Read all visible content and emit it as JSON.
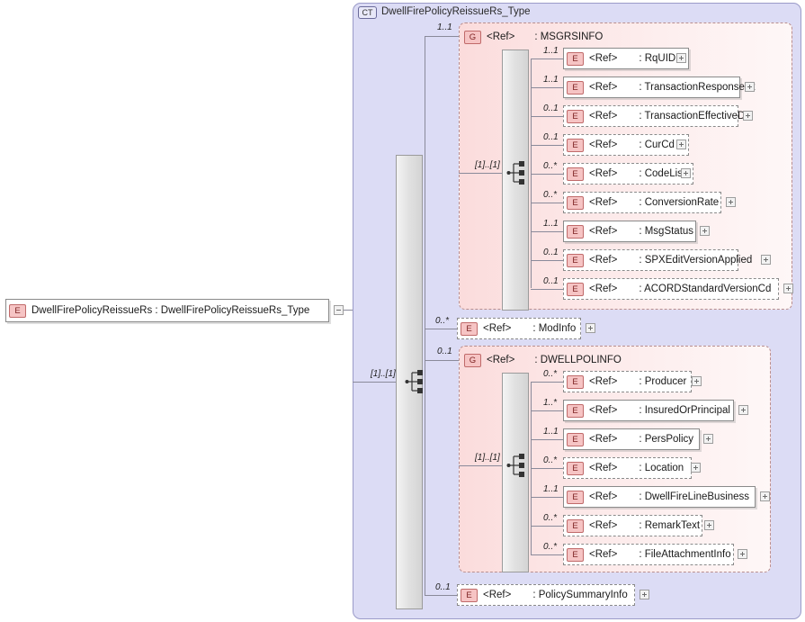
{
  "diagram": {
    "title": "DwellFirePolicyReissueRs_Type",
    "type": "xsd-schema-diagram",
    "colors": {
      "complex_type_fill": "#dcdcf5",
      "complex_type_border": "#9a9ac8",
      "group_fill": "#fbdede",
      "group_border": "#b98f8f",
      "element_tag_fill": "#f6c4c4",
      "element_tag_border": "#c06a6a",
      "node_border": "#8a8a8a",
      "connector": "#8a8a9a"
    },
    "labels": {
      "ref": "<Ref>",
      "tag_element": "E",
      "tag_group": "G",
      "tag_complextype": "CT",
      "expand": "+",
      "collapse": "-"
    }
  },
  "root_element": {
    "tag": "E",
    "name": "DwellFirePolicyReissueRs",
    "type_separator": ":",
    "type": "DwellFirePolicyReissueRs_Type",
    "full_label": "DwellFirePolicyReissueRs : DwellFirePolicyReissueRs_Type",
    "toggle": "collapse"
  },
  "complex_type": {
    "tag": "CT",
    "name": "DwellFirePolicyReissueRs_Type",
    "sequence_cardinality": "[1]..[1]"
  },
  "children": [
    {
      "kind": "group",
      "tag": "G",
      "ref": "<Ref>",
      "name": ": MSGRSINFO",
      "cardinality": "1..1",
      "sequence_cardinality": "[1]..[1]",
      "members": [
        {
          "tag": "E",
          "ref": "<Ref>",
          "name": ": RqUID",
          "cardinality": "1..1",
          "style": "solid",
          "toggle": "expand"
        },
        {
          "tag": "E",
          "ref": "<Ref>",
          "name": ": TransactionResponseDt",
          "cardinality": "1..1",
          "style": "solid",
          "toggle": "expand"
        },
        {
          "tag": "E",
          "ref": "<Ref>",
          "name": ": TransactionEffectiveDt",
          "cardinality": "0..1",
          "style": "dashed",
          "toggle": "expand"
        },
        {
          "tag": "E",
          "ref": "<Ref>",
          "name": ": CurCd",
          "cardinality": "0..1",
          "style": "dashed",
          "toggle": "expand"
        },
        {
          "tag": "E",
          "ref": "<Ref>",
          "name": ": CodeList",
          "cardinality": "0..*",
          "style": "dashed",
          "toggle": "expand"
        },
        {
          "tag": "E",
          "ref": "<Ref>",
          "name": ": ConversionRate",
          "cardinality": "0..*",
          "style": "dashed",
          "toggle": "expand"
        },
        {
          "tag": "E",
          "ref": "<Ref>",
          "name": ": MsgStatus",
          "cardinality": "1..1",
          "style": "solid",
          "toggle": "expand"
        },
        {
          "tag": "E",
          "ref": "<Ref>",
          "name": ": SPXEditVersionApplied",
          "cardinality": "0..1",
          "style": "dashed",
          "toggle": "expand"
        },
        {
          "tag": "E",
          "ref": "<Ref>",
          "name": ": ACORDStandardVersionCd",
          "cardinality": "0..1",
          "style": "dashed",
          "toggle": "expand"
        }
      ]
    },
    {
      "kind": "element",
      "tag": "E",
      "ref": "<Ref>",
      "name": ": ModInfo",
      "cardinality": "0..*",
      "style": "dashed",
      "toggle": "expand"
    },
    {
      "kind": "group",
      "tag": "G",
      "ref": "<Ref>",
      "name": ": DWELLPOLINFO",
      "cardinality": "0..1",
      "sequence_cardinality": "[1]..[1]",
      "members": [
        {
          "tag": "E",
          "ref": "<Ref>",
          "name": ": Producer",
          "cardinality": "0..*",
          "style": "dashed",
          "toggle": "expand"
        },
        {
          "tag": "E",
          "ref": "<Ref>",
          "name": ": InsuredOrPrincipal",
          "cardinality": "1..*",
          "style": "solid",
          "toggle": "expand"
        },
        {
          "tag": "E",
          "ref": "<Ref>",
          "name": ": PersPolicy",
          "cardinality": "1..1",
          "style": "solid",
          "toggle": "expand"
        },
        {
          "tag": "E",
          "ref": "<Ref>",
          "name": ": Location",
          "cardinality": "0..*",
          "style": "dashed",
          "toggle": "expand"
        },
        {
          "tag": "E",
          "ref": "<Ref>",
          "name": ": DwellFireLineBusiness",
          "cardinality": "1..1",
          "style": "solid",
          "toggle": "expand"
        },
        {
          "tag": "E",
          "ref": "<Ref>",
          "name": ": RemarkText",
          "cardinality": "0..*",
          "style": "dashed",
          "toggle": "expand"
        },
        {
          "tag": "E",
          "ref": "<Ref>",
          "name": ": FileAttachmentInfo",
          "cardinality": "0..*",
          "style": "dashed",
          "toggle": "expand"
        }
      ]
    },
    {
      "kind": "element",
      "tag": "E",
      "ref": "<Ref>",
      "name": ": PolicySummaryInfo",
      "cardinality": "0..1",
      "style": "dashed",
      "toggle": "expand"
    }
  ]
}
